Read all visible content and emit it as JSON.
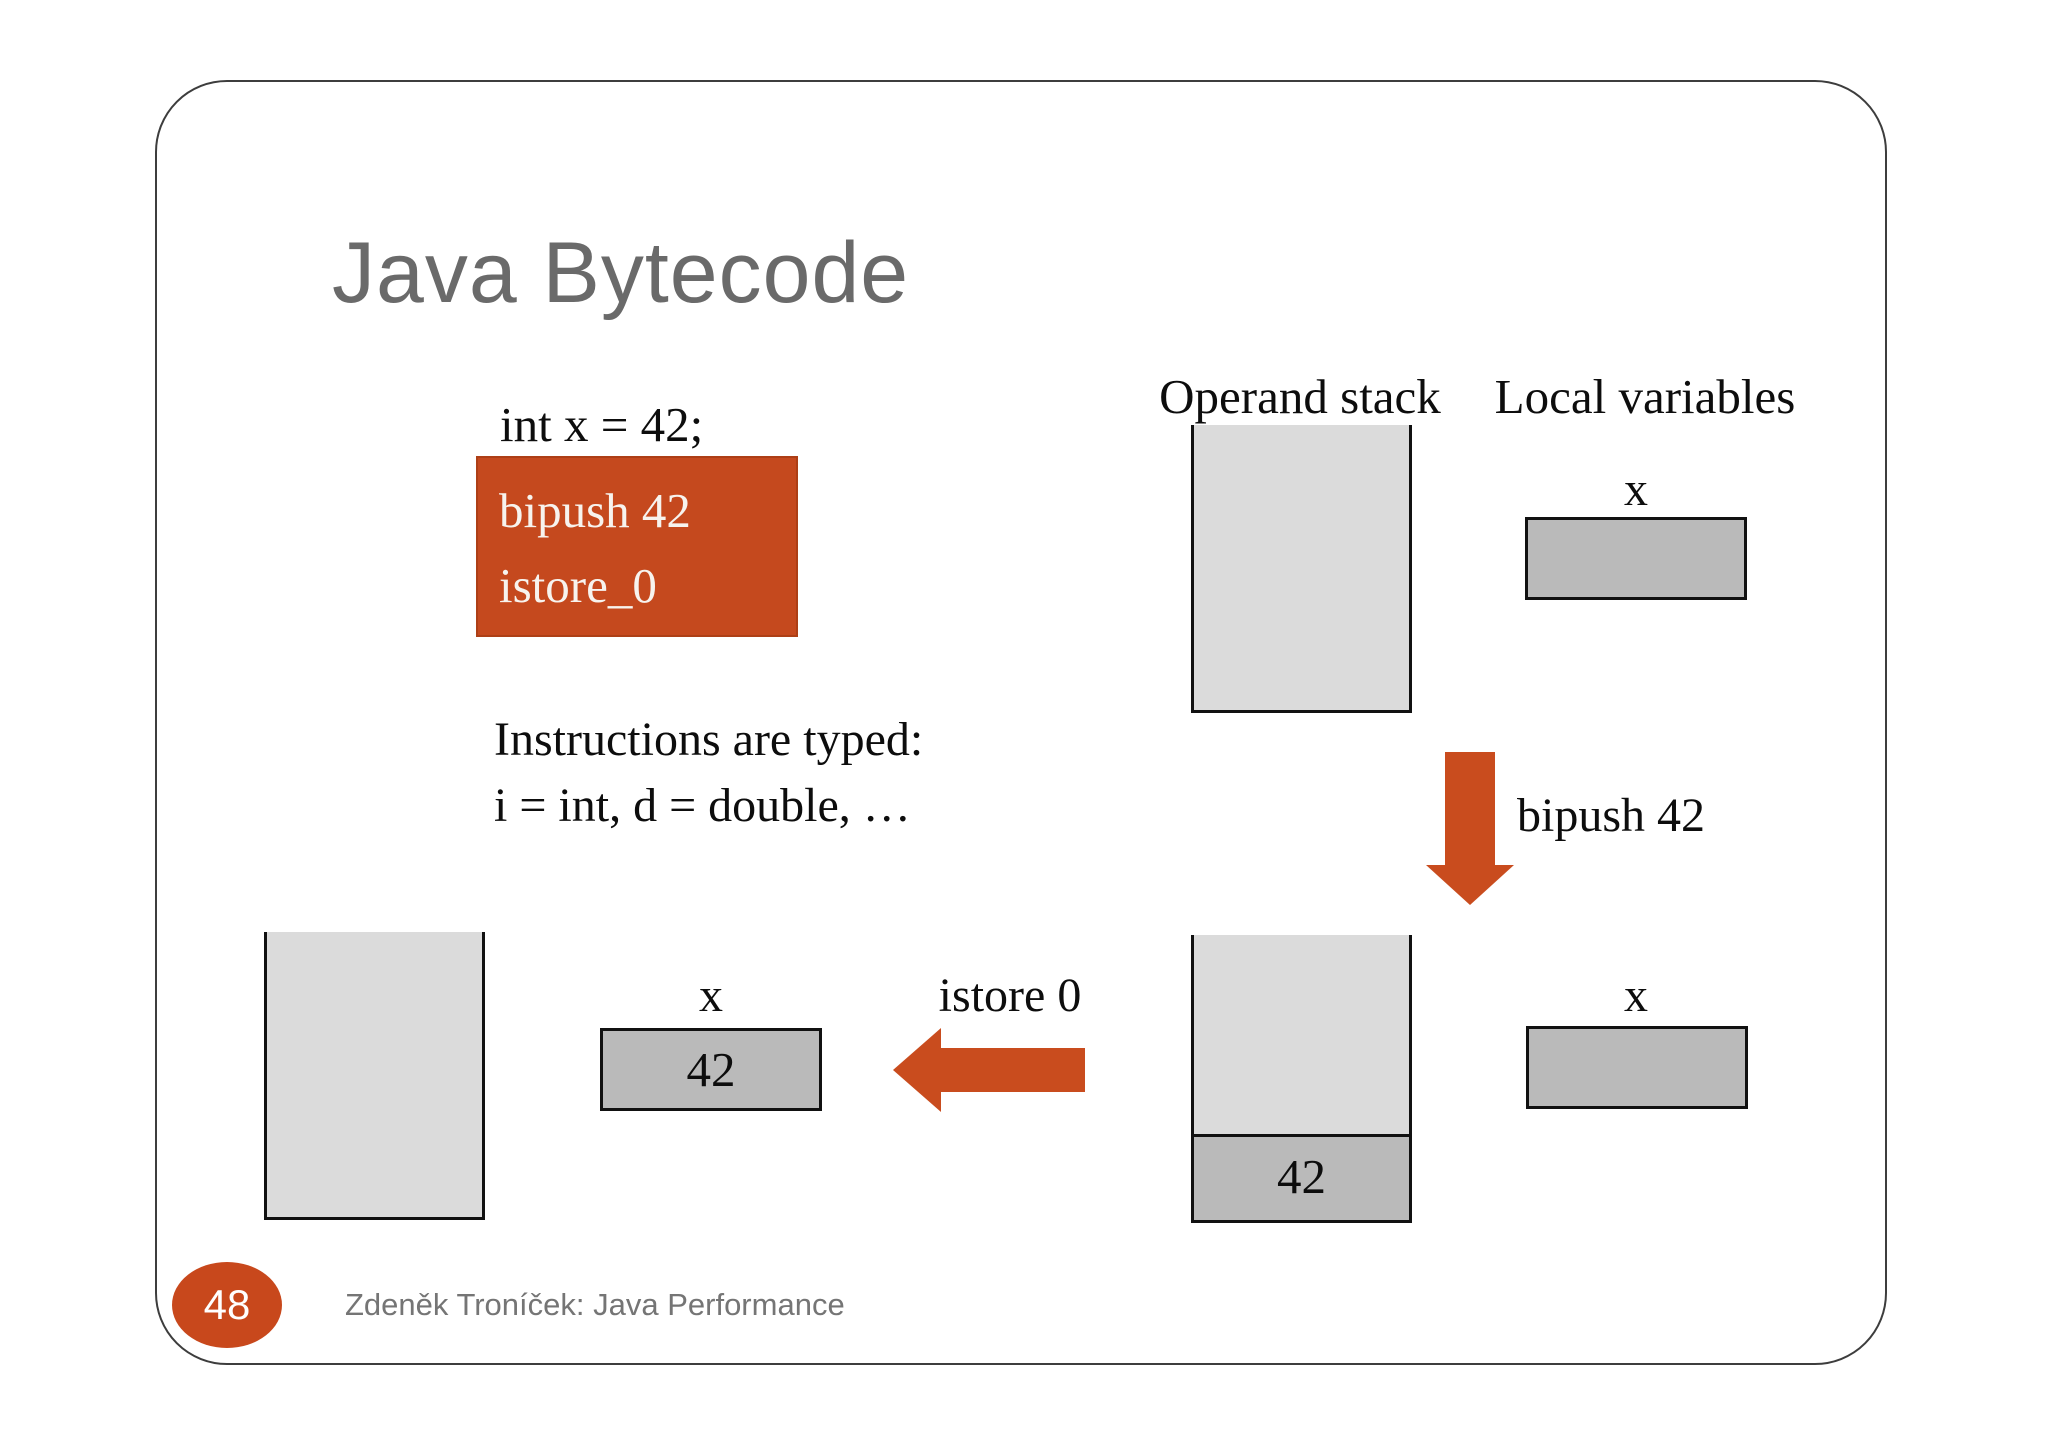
{
  "slide": {
    "title": "Java Bytecode",
    "page_number": "48",
    "footer_text": "Zdeněk Troníček: Java Performance"
  },
  "code": {
    "source_line": "int x = 42;",
    "bytecode_lines": [
      "bipush 42",
      "istore_0"
    ],
    "note_line1": "Instructions are typed:",
    "note_line2": "i = int, d = double, …"
  },
  "diagram": {
    "operand_stack_header": "Operand stack",
    "local_variables_header": "Local variables",
    "step1_label": "bipush 42",
    "step2_label": "istore 0",
    "states": {
      "initial": {
        "var_label": "x"
      },
      "after_bipush": {
        "var_label": "x",
        "stack_top_value": "42"
      },
      "after_istore": {
        "var_label": "x",
        "var_value": "42"
      }
    }
  },
  "colors": {
    "accent_orange": "#c5491e",
    "arrow_orange": "#c94c1e",
    "stack_fill": "#dbdbdb",
    "slot_fill": "#bababa",
    "title_gray": "#6a6a6a",
    "footer_gray": "#757575"
  }
}
